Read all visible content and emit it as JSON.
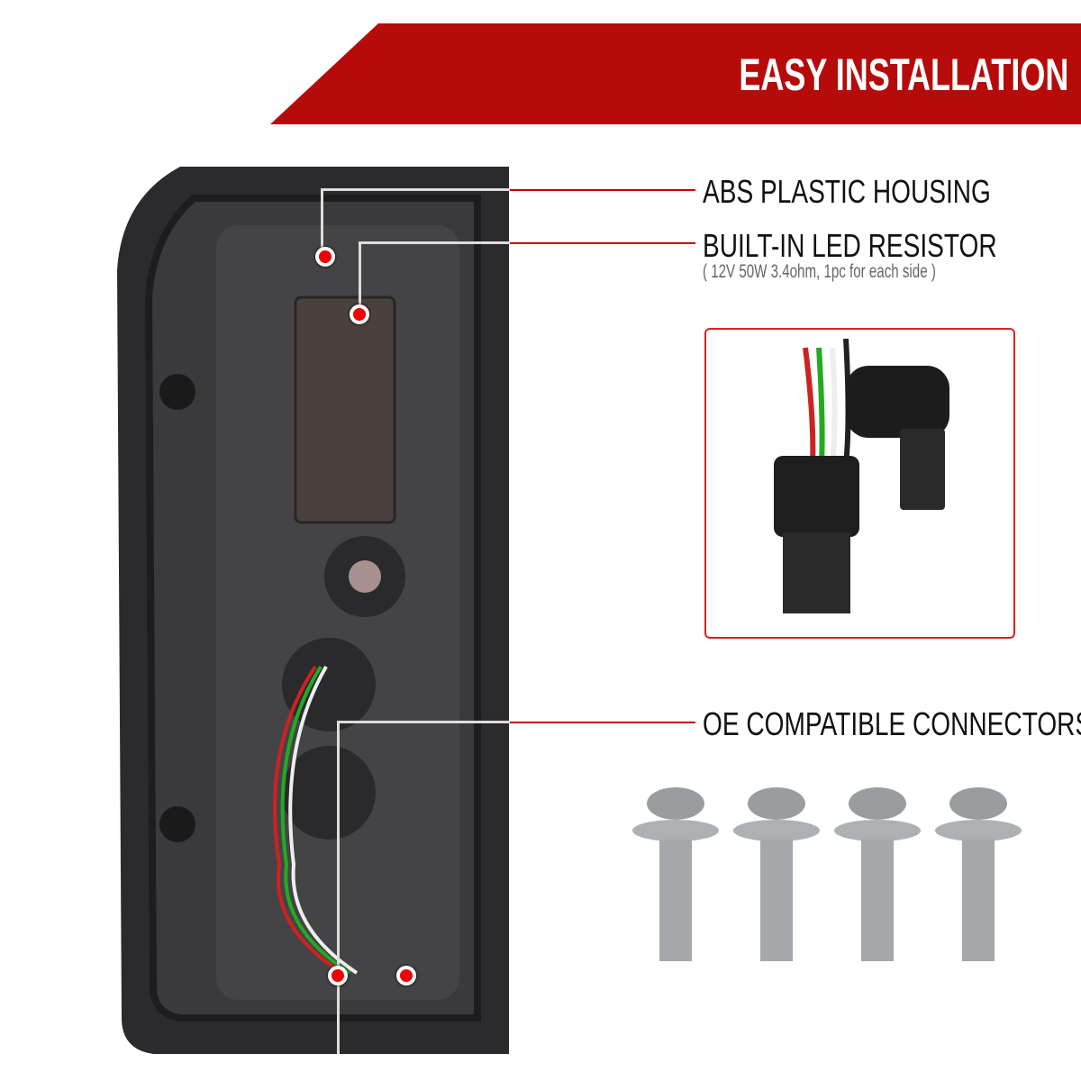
{
  "banner": {
    "title": "EASY INSTALLATION",
    "color": "#b60b0b"
  },
  "features": [
    {
      "label": "ABS PLASTIC HOUSING"
    },
    {
      "label": "BUILT-IN LED RESISTOR",
      "note": "( 12V 50W 3.4ohm, 1pc for each side )"
    },
    {
      "label": "OE COMPATIBLE CONNECTORS"
    }
  ],
  "accent_color": "#cc0000",
  "bolts_count": 4
}
